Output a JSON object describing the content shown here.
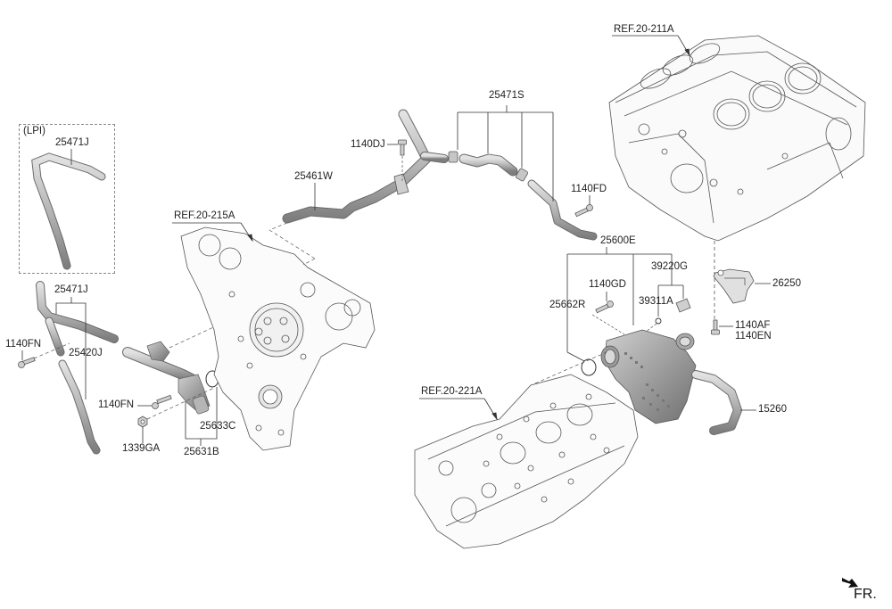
{
  "title": "Engine coolant pipe & thermostat assembly exploded view",
  "variant_box": {
    "label": "(LPI)",
    "part": "25471J"
  },
  "references": [
    {
      "id": "ref-20-211a",
      "text": "REF.20-211A",
      "component": "cylinder-block"
    },
    {
      "id": "ref-20-215a",
      "text": "REF.20-215A",
      "component": "timing-chain-cover"
    },
    {
      "id": "ref-20-221a",
      "text": "REF.20-221A",
      "component": "cylinder-head"
    }
  ],
  "parts": {
    "p25471J_lpi": "25471J",
    "p25471J": "25471J",
    "p25420J": "25420J",
    "p1140FN_a": "1140FN",
    "p1140FN_b": "1140FN",
    "p1339GA": "1339GA",
    "p25633C": "25633C",
    "p25631B": "25631B",
    "p25461W": "25461W",
    "p1140DJ": "1140DJ",
    "p25471S": "25471S",
    "p1140FD": "1140FD",
    "p25600E": "25600E",
    "p1140GD": "1140GD",
    "p25662R": "25662R",
    "p39220G": "39220G",
    "p39311A": "39311A",
    "p26250": "26250",
    "p1140AF": "1140AF",
    "p1140EN": "1140EN",
    "p15260": "15260"
  },
  "orientation": {
    "label": "FR.",
    "icon": "front-direction-arrow-icon"
  },
  "colors": {
    "line": "#333333",
    "part_fill": "#b9b9b9",
    "part_dark": "#8a8a8a",
    "outline": "#6b6b6b"
  }
}
